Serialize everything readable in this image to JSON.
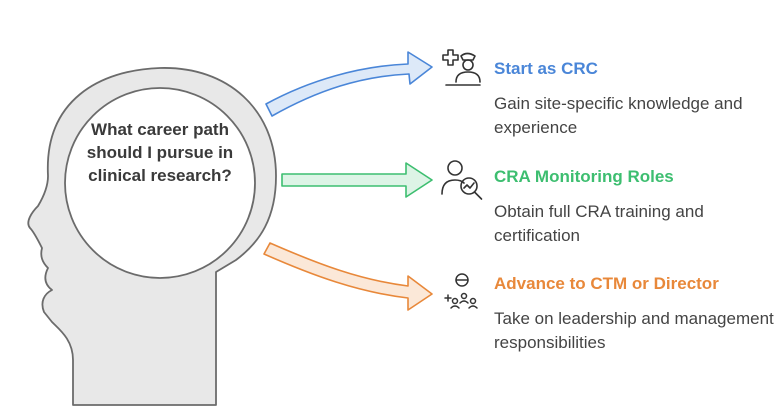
{
  "question": "What career path should I pursue in clinical research?",
  "colors": {
    "head_fill": "#e8e8e8",
    "head_stroke": "#6b6b6b",
    "blue": "#4a86d8",
    "green": "#3dbe70",
    "orange": "#e8883a"
  },
  "paths": [
    {
      "title": "Start as CRC",
      "description": "Gain site-specific knowledge and experience",
      "color": "#4a86d8",
      "icon": "nurse-icon"
    },
    {
      "title": "CRA Monitoring Roles",
      "description": "Obtain full CRA training and certification",
      "color": "#3dbe70",
      "icon": "analyst-search-icon"
    },
    {
      "title": "Advance to CTM or Director",
      "description": "Take on leadership and management responsibilities",
      "color": "#e8883a",
      "icon": "team-leader-icon"
    }
  ]
}
